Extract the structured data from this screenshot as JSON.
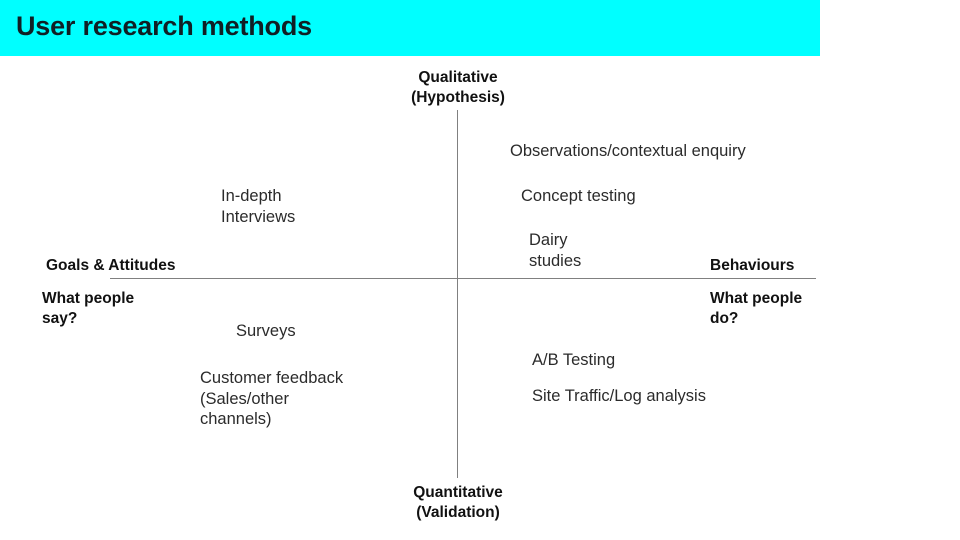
{
  "slide": {
    "title": "User research methods",
    "banner_color": "#00ffff",
    "title_color": "#101f24",
    "background_color": "#ffffff"
  },
  "axes": {
    "line_color": "#808080",
    "vertical": {
      "top_label": "Qualitative\n(Hypothesis)",
      "bottom_label": "Quantitative\n(Validation)"
    },
    "horizontal": {
      "left_label": "Goals & Attitudes",
      "left_sublabel": "What people\nsay?",
      "right_label": "Behaviours",
      "right_sublabel": "What people\ndo?"
    }
  },
  "quadrants": {
    "top_left": {
      "name": "qualitative-goals-attitudes",
      "methods": [
        {
          "id": "indepth-interviews",
          "label": "In-depth\nInterviews"
        }
      ]
    },
    "top_right": {
      "name": "qualitative-behaviours",
      "methods": [
        {
          "id": "observations",
          "label": "Observations/contextual enquiry"
        },
        {
          "id": "concept-testing",
          "label": "Concept testing"
        },
        {
          "id": "dairy-studies",
          "label": "Dairy\nstudies"
        }
      ]
    },
    "bottom_left": {
      "name": "quantitative-goals-attitudes",
      "methods": [
        {
          "id": "surveys",
          "label": "Surveys"
        },
        {
          "id": "customer-feedback",
          "label": "Customer feedback\n(Sales/other\nchannels)"
        }
      ]
    },
    "bottom_right": {
      "name": "quantitative-behaviours",
      "methods": [
        {
          "id": "ab-testing",
          "label": "A/B Testing"
        },
        {
          "id": "site-traffic",
          "label": "Site Traffic/Log analysis"
        }
      ]
    }
  }
}
